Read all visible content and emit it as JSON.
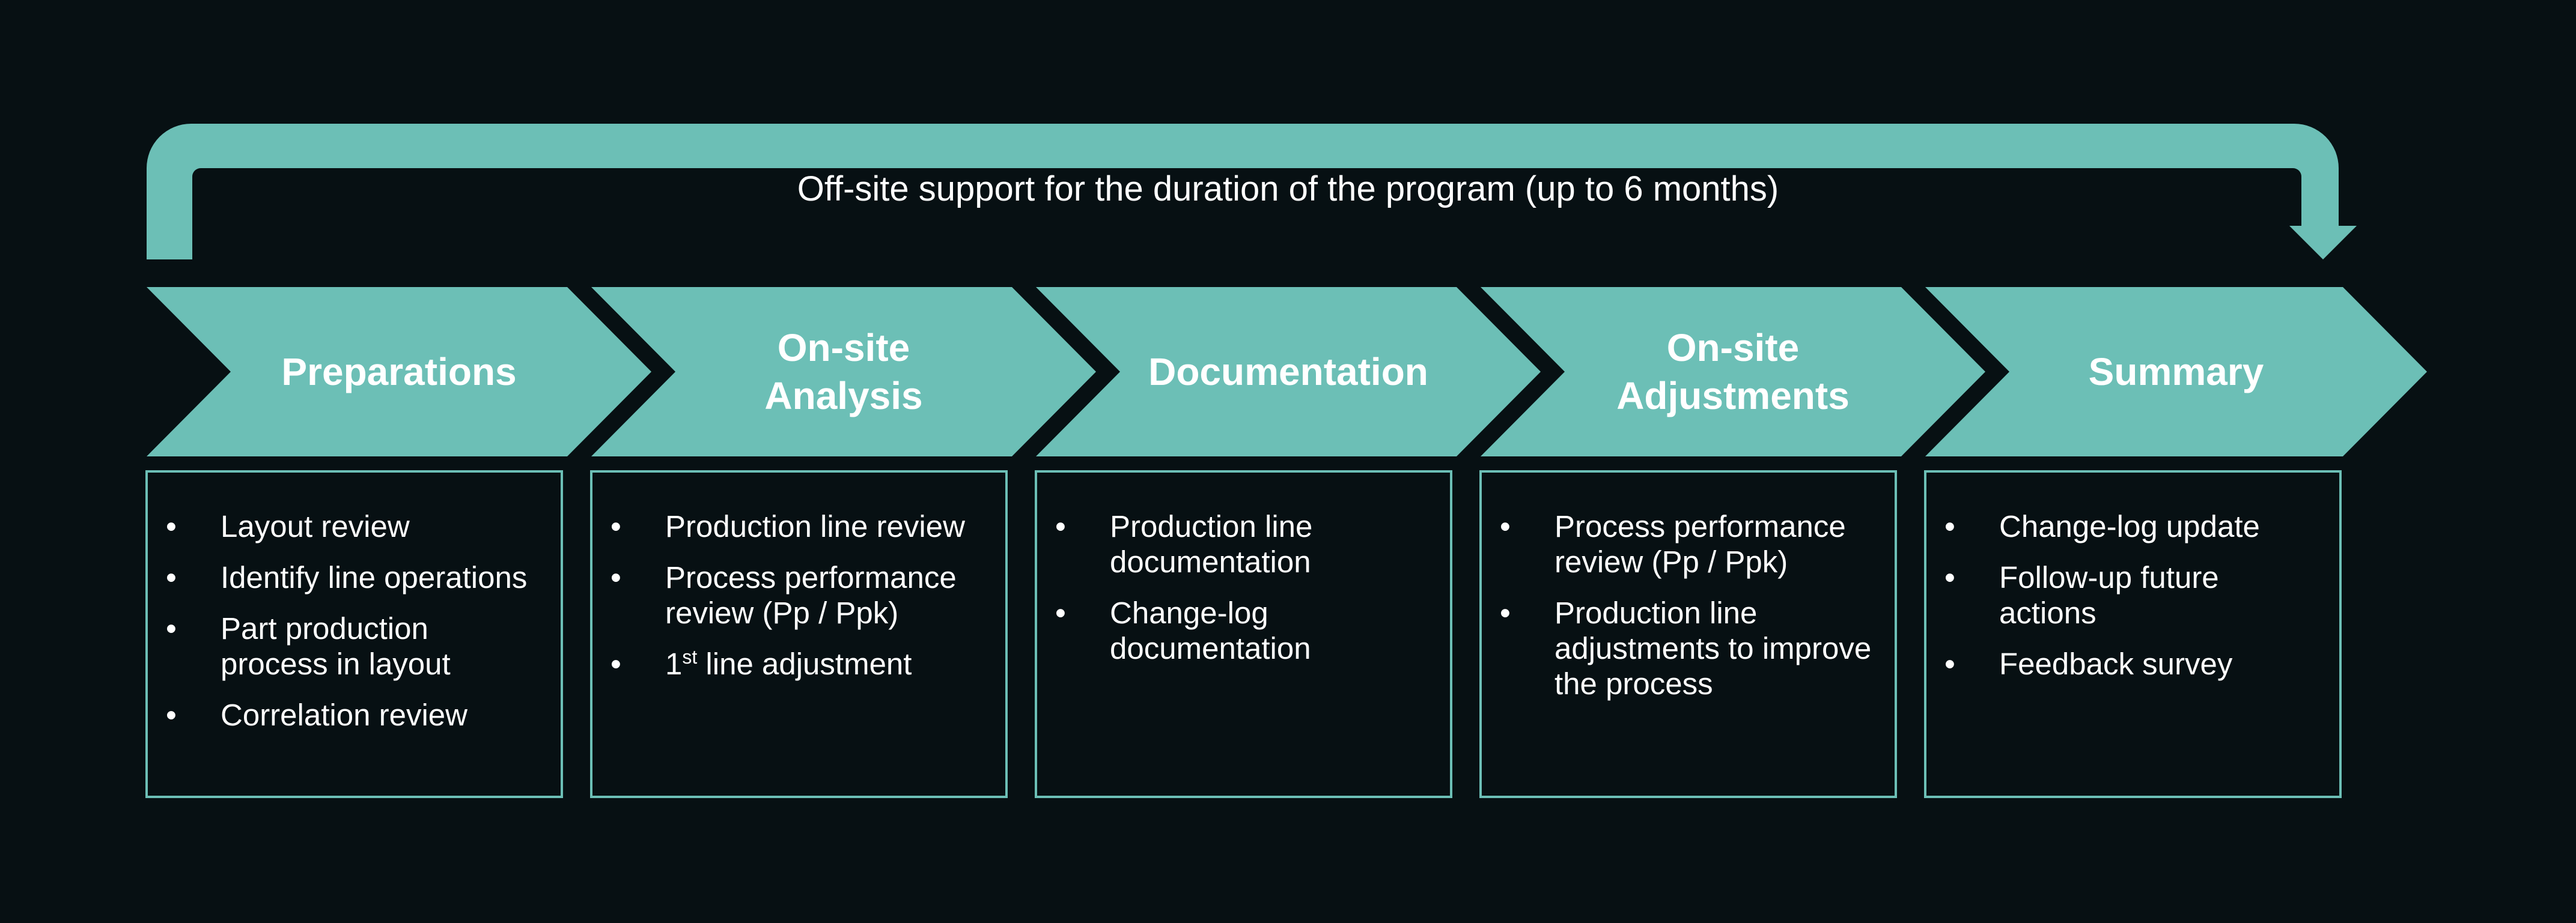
{
  "loop_label": "Off-site support for the duration of the program (up to 6 months)",
  "accent_color": "#6cbfb6",
  "background_color": "#071013",
  "bullet_char": "•",
  "stages": [
    {
      "title_lines": [
        "Preparations"
      ],
      "items": [
        {
          "text": "Layout review"
        },
        {
          "text": "Identify line operations"
        },
        {
          "text": "Part production process in layout"
        },
        {
          "text": "Correlation review"
        }
      ]
    },
    {
      "title_lines": [
        "On-site",
        "Analysis"
      ],
      "items": [
        {
          "text": "Production line review"
        },
        {
          "text": "Process performance review (Pp / Ppk)"
        },
        {
          "prefix": "1",
          "sup": "st",
          "text": " line adjustment"
        }
      ]
    },
    {
      "title_lines": [
        "Documentation"
      ],
      "items": [
        {
          "text": "Production line documentation"
        },
        {
          "text": "Change-log documentation"
        }
      ]
    },
    {
      "title_lines": [
        "On-site",
        "Adjustments"
      ],
      "items": [
        {
          "text": "Process performance review (Pp / Ppk)"
        },
        {
          "text": "Production line adjustments to improve the process"
        }
      ]
    },
    {
      "title_lines": [
        "Summary"
      ],
      "items": [
        {
          "text": "Change-log update"
        },
        {
          "text": "Follow-up future actions"
        },
        {
          "text": "Feedback survey"
        }
      ]
    }
  ]
}
